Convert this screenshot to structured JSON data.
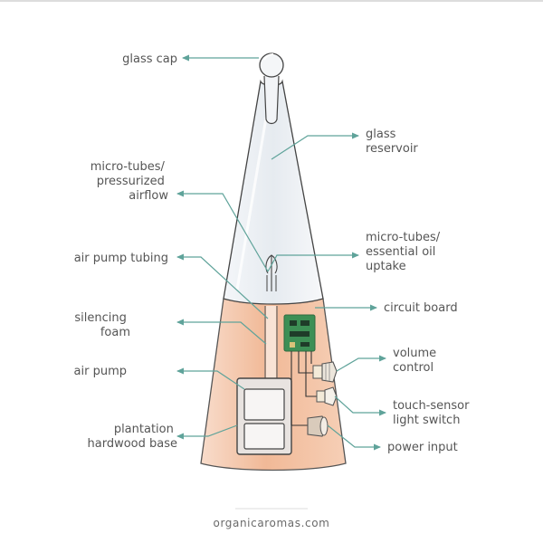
{
  "labels": {
    "glass_cap": [
      "glass cap"
    ],
    "glass_reservoir": [
      "glass",
      "reservoir"
    ],
    "micro_tubes_airflow": [
      "micro-tubes/",
      "pressurized",
      "airflow"
    ],
    "air_pump_tubing": [
      "air pump tubing"
    ],
    "silencing_foam": [
      "silencing",
      "foam"
    ],
    "air_pump": [
      "air pump"
    ],
    "plantation_base": [
      "plantation",
      "hardwood base"
    ],
    "micro_tubes_uptake": [
      "micro-tubes/",
      "essential oil",
      "uptake"
    ],
    "circuit_board": [
      "circuit board"
    ],
    "volume_control": [
      "volume",
      "control"
    ],
    "touch_sensor": [
      "touch-sensor",
      "light switch"
    ],
    "power_input": [
      "power input"
    ]
  },
  "footer": {
    "site": "organicaromas.com"
  },
  "colors": {
    "leader": "#5fa39a",
    "base_fill": "#f4c9ae",
    "glass_fill": "#eef2f6",
    "pcb": "#3d8f55",
    "outline": "#444444"
  }
}
